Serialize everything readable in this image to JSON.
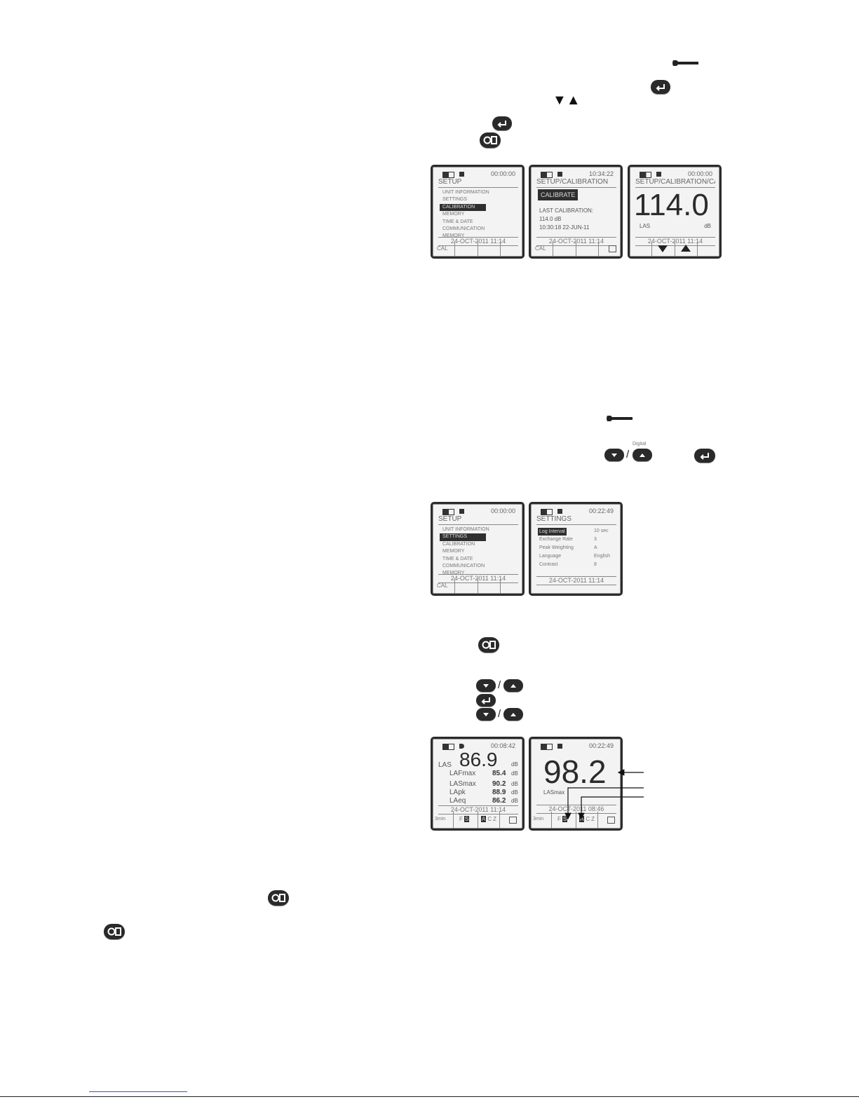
{
  "icons": {
    "tool": "wrench-icon",
    "enter": "enter-key-icon",
    "run_stop": "run-stop-key-icon",
    "down": "down-key-icon",
    "up": "up-key-icon"
  },
  "glyphs": {
    "down_up": "▼▲",
    "slash": "/"
  },
  "tiny_label": "Digital",
  "screens": {
    "setup_cal": {
      "clock": "00:00:00",
      "title": "SETUP",
      "items": [
        "UNIT INFORMATION",
        "SETTINGS",
        "CALIBRATION",
        "MEMORY",
        "TIME & DATE",
        "COMMUNICATION",
        "MEMORY"
      ],
      "date": "24-OCT-2011  11:14",
      "softkey": "CAL"
    },
    "calibration": {
      "clock": "10:34:22",
      "title": "SETUP/CALIBRATION",
      "highlight": "CALIBRATE",
      "info": [
        "LAST CALIBRATION:",
        "114.0 dB",
        "10:30:18  22-JUN-11"
      ],
      "date": "24-OCT-2011  11:14",
      "softkey": "CAL"
    },
    "cal_level": {
      "clock": "00:00:00",
      "title": "SETUP/CALIBRATION/CAL",
      "value": "114.0",
      "label": "LAS",
      "unit": "dB",
      "date": "24-OCT-2011  11:14"
    },
    "setup_settings": {
      "clock": "00:00:00",
      "title": "SETUP",
      "items": [
        "UNIT INFORMATION",
        "SETTINGS",
        "CALIBRATION",
        "MEMORY",
        "TIME & DATE",
        "COMMUNICATION",
        "MEMORY"
      ],
      "date": "24-OCT-2011  11:14",
      "softkey": "CAL"
    },
    "settings": {
      "clock": "00:22:49",
      "title": "SETTINGS",
      "rows": [
        {
          "k": "Log Interval",
          "v": "10 sec"
        },
        {
          "k": "Exchange Rate",
          "v": "3"
        },
        {
          "k": "Peak Weighting",
          "v": "A"
        },
        {
          "k": "Language",
          "v": "English"
        },
        {
          "k": "Contrast",
          "v": "8"
        }
      ],
      "date": "24-OCT-2011  11:14"
    },
    "multi": {
      "clock": "00:08:42",
      "label_las": "LAS",
      "value": "86.9",
      "unit": "dB",
      "rows": [
        {
          "k": "LAFmax",
          "v": "85.4",
          "u": "dB"
        },
        {
          "k": "LASmax",
          "v": "90.2",
          "u": "dB"
        },
        {
          "k": "LApk",
          "v": "88.9",
          "u": "dB"
        },
        {
          "k": "LAeq",
          "v": "86.2",
          "u": "dB"
        }
      ],
      "date": "24-OCT-2011  11:14",
      "soft": [
        "3min",
        "F",
        "S",
        "A",
        "C",
        "Z"
      ]
    },
    "single": {
      "clock": "00:22:49",
      "value": "98.2",
      "label": "LASmax",
      "date": "24-OCT-2011  08:46",
      "soft": [
        "3min",
        "F",
        "S",
        "A",
        "C",
        "Z"
      ]
    }
  }
}
